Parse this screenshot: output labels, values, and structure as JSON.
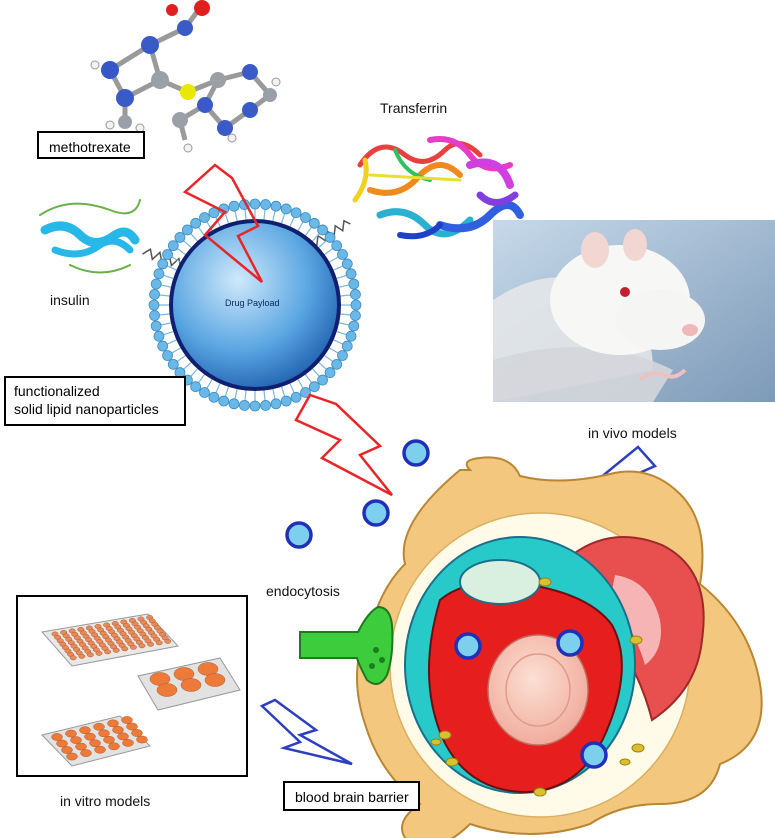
{
  "labels": {
    "methotrexate": "methotrexate",
    "transferrin": "Transferrin",
    "insulin": "insulin",
    "drug_payload": "Drug Payload",
    "sln_line1": "functionalized",
    "sln_line2": "solid lipid nanoparticles",
    "in_vivo": "in vivo models",
    "endocytosis": "endocytosis",
    "in_vitro": "in vitro models",
    "bbb": "blood brain barrier"
  },
  "colors": {
    "lightning": "#e8262a",
    "lightning_blue": "#2d3fbf",
    "membrane_head": "#6ab8e8",
    "core": "#3a8fd6",
    "nanoparticle_fill": "#7cd0ee",
    "nanoparticle_ring": "#2130b8",
    "astrocyte": "#f3c77e",
    "endothelium": "#27c9c9",
    "lumen": "#e61e1e",
    "pericyte": "#e85050"
  }
}
